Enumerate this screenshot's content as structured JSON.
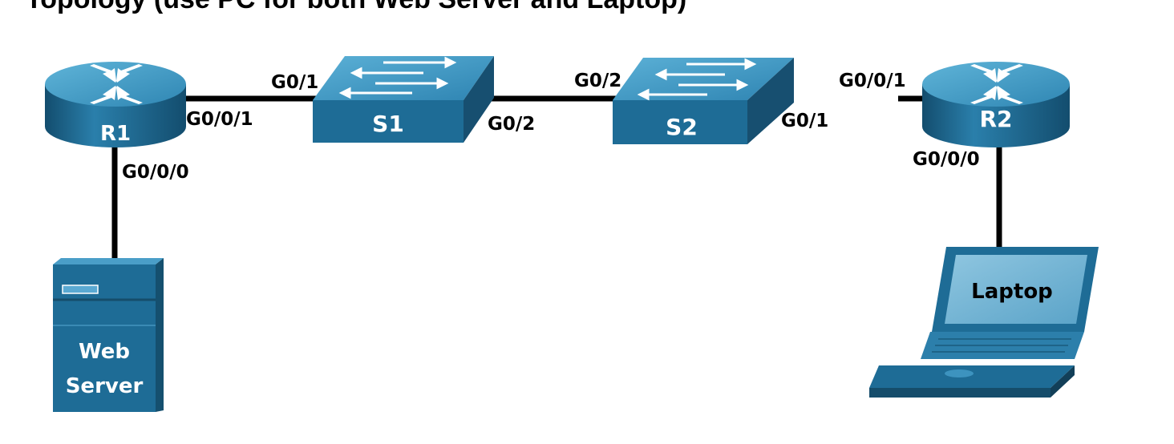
{
  "title": "Topology (use PC for both Web Server and Laptop)",
  "devices": {
    "r1": "R1",
    "r2": "R2",
    "s1": "S1",
    "s2": "S2",
    "web_server_line1": "Web",
    "web_server_line2": "Server",
    "laptop": "Laptop"
  },
  "ports": {
    "r1_g001": "G0/0/1",
    "r1_g000": "G0/0/0",
    "s1_g01": "G0/1",
    "s1_g02": "G0/2",
    "s2_g02": "G0/2",
    "s2_g01": "G0/1",
    "r2_g001": "G0/0/1",
    "r2_g000": "G0/0/0"
  },
  "colors": {
    "device_blue": "#1e6c96",
    "device_top": "#3d9bc4",
    "link": "#000000"
  }
}
